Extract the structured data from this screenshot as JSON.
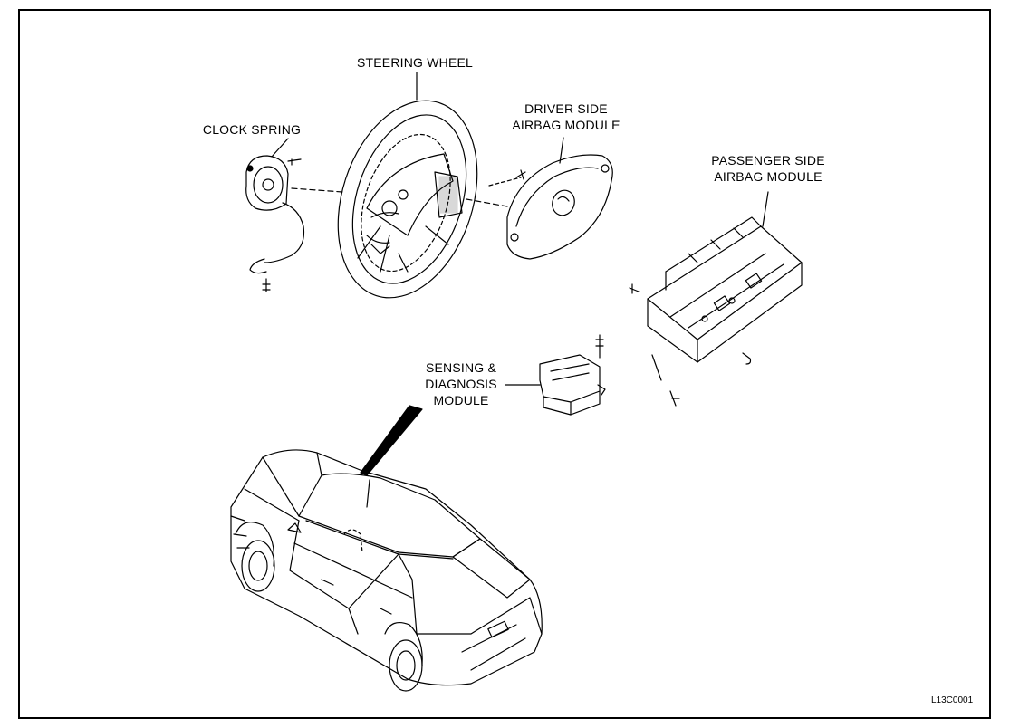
{
  "labels": {
    "steering_wheel": "STEERING WHEEL",
    "clock_spring": "CLOCK SPRING",
    "driver_airbag": [
      "DRIVER SIDE",
      "AIRBAG MODULE"
    ],
    "passenger_airbag": [
      "PASSENGER SIDE",
      "AIRBAG MODULE"
    ],
    "sdm": [
      "SENSING &",
      "DIAGNOSIS",
      "MODULE"
    ]
  },
  "figure_code": "L13C0001",
  "colors": {
    "ink": "#000000",
    "paper": "#ffffff"
  }
}
